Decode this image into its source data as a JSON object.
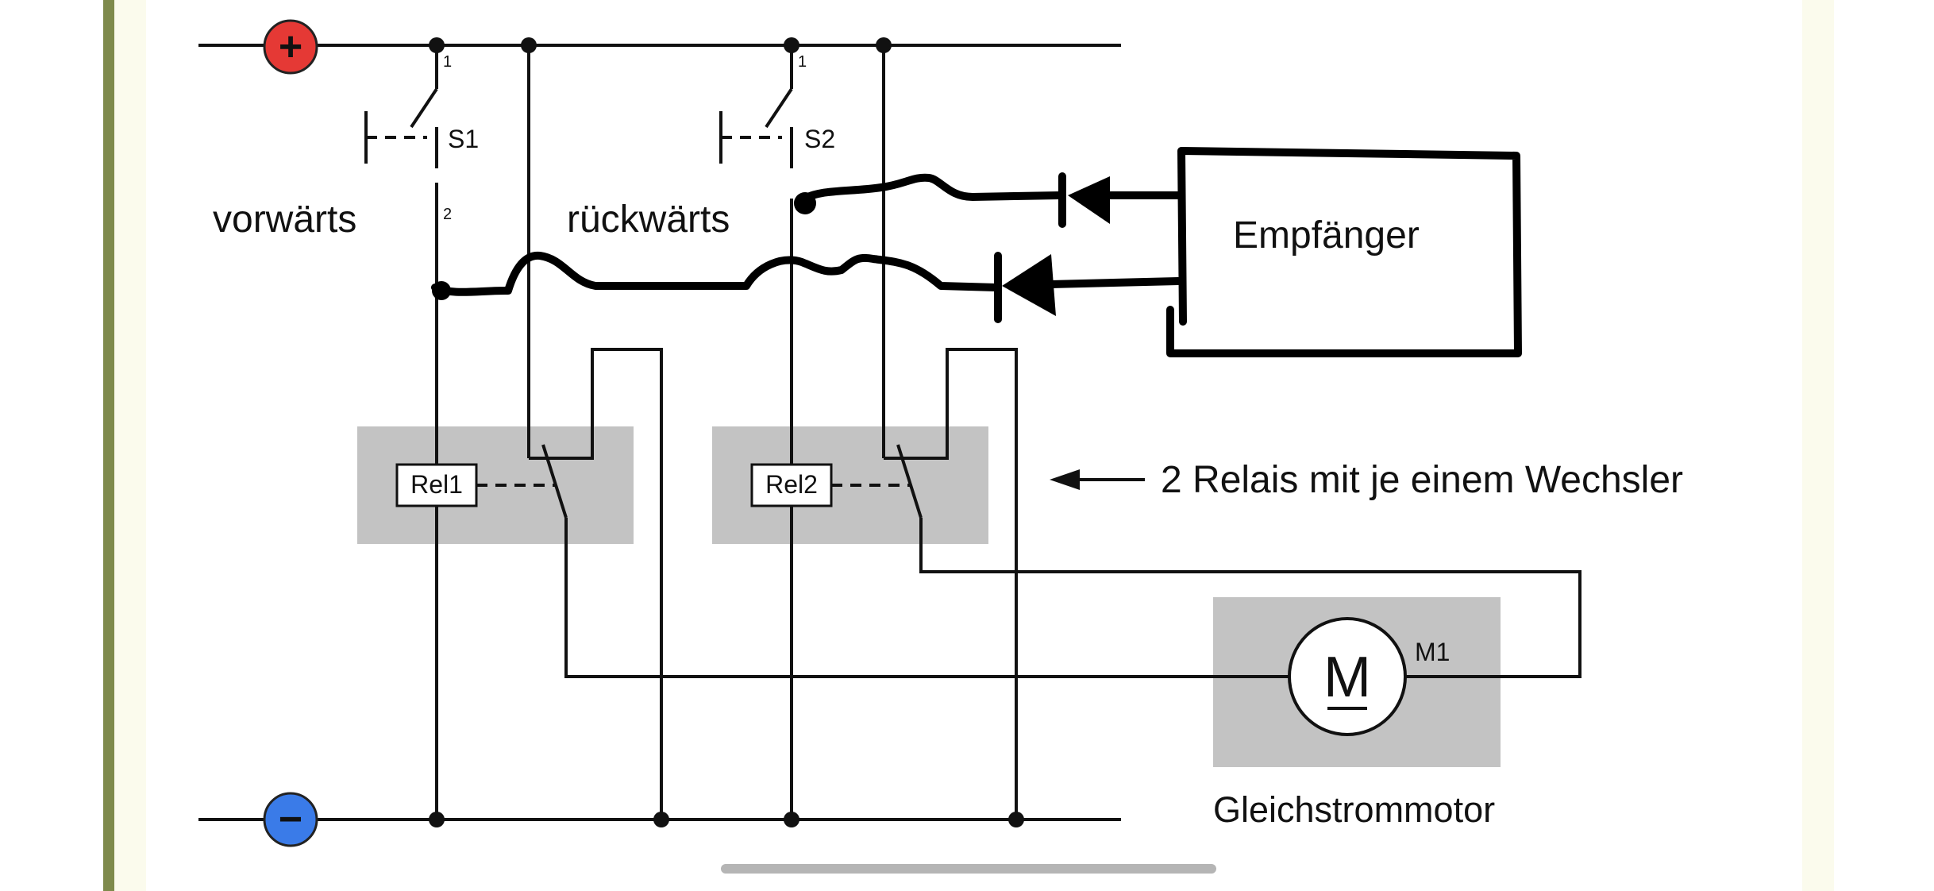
{
  "colors": {
    "page_background": "#ffffff",
    "left_bar": "#7e8a4c",
    "right_edge": "#fbfbed",
    "relay_box": "#c3c3c3",
    "plus_terminal": "#e53935",
    "minus_terminal": "#3a7be8",
    "wire": "#111111",
    "home_indicator": "#b5b5b5"
  },
  "icons": {
    "plus": "plus-terminal-icon",
    "minus": "minus-terminal-icon",
    "diode": "diode-icon",
    "motor": "motor-icon",
    "arrow": "arrow-left-icon"
  },
  "terminals": {
    "plus": "+",
    "minus": "−"
  },
  "switches": {
    "s1": {
      "label": "S1",
      "pin_top": "1",
      "pin_bottom": "2",
      "caption": "vorwärts"
    },
    "s2": {
      "label": "S2",
      "pin_top": "1",
      "caption": "rückwärts"
    }
  },
  "relays": {
    "rel1": "Rel1",
    "rel2": "Rel2"
  },
  "receiver": {
    "label": "Empfänger"
  },
  "annotation": {
    "text": "2 Relais mit je einem Wechsler"
  },
  "motor": {
    "symbol": "M",
    "designator": "M1",
    "caption": "Gleichstrommotor"
  }
}
